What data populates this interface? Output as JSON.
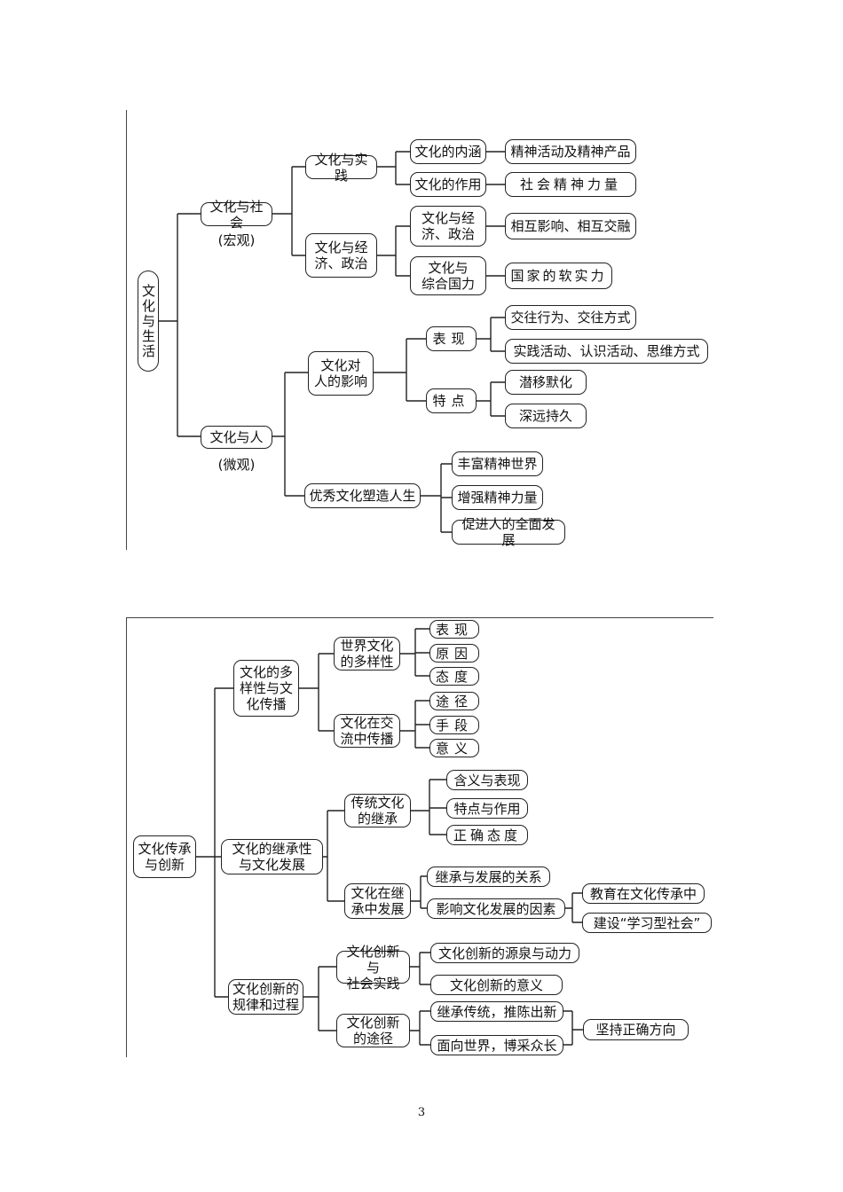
{
  "diagram1": {
    "root": "文化与生活",
    "society": {
      "label": "文化与社会",
      "note": "(宏观)"
    },
    "practice": "文化与实践",
    "connotation": "文化的内涵",
    "spirit_products": "精神活动及精神产品",
    "function": "文化的作用",
    "social_force": "社会精神力量",
    "econ_politics": "文化与经\n济、政治",
    "econ_politics_sub": "文化与经\n济、政治",
    "mutual": "相互影响、相互交融",
    "national_power": "文化与\n综合国力",
    "soft_power": "国家的软实力",
    "person": {
      "label": "文化与人",
      "note": "(微观)"
    },
    "influence": "文化对\n人的影响",
    "manifestation": "表现",
    "exchange": "交往行为、交往方式",
    "practice_acts": "实践活动、认识活动、思维方式",
    "feature": "特点",
    "subtle": "潜移默化",
    "lasting": "深远持久",
    "excellent": "优秀文化塑造人生",
    "enrich": "丰富精神世界",
    "strengthen": "增强精神力量",
    "promote": "促进人的全面发展"
  },
  "diagram2": {
    "root": "文化传承\n与创新",
    "diversity": "文化的多\n样性与文\n化传播",
    "world_diversity": "世界文化\n的多样性",
    "d_show": "表现",
    "d_cause": "原因",
    "d_attitude": "态度",
    "spread": "文化在交\n流中传播",
    "s_path": "途径",
    "s_means": "手段",
    "s_meaning": "意义",
    "inheritance": "文化的继承性\n与文化发展",
    "tradition": "传统文化\n的继承",
    "t_meaning": "含义与表现",
    "t_feature": "特点与作用",
    "t_attitude": "正确态度",
    "develop": "文化在继\n承中发展",
    "relation": "继承与发展的关系",
    "factors": "影响文化发展的因素",
    "education": "教育在文化传承中",
    "learning": "建设“学习型社会”",
    "innovation": "文化创新的\n规律和过程",
    "practice": "文化创新与\n社会实践",
    "source": "文化创新的源泉与动力",
    "significance": "文化创新的意义",
    "ways": "文化创新\n的途径",
    "inherit_new": "继承传统，推陈出新",
    "face_world": "面向世界，博采众长",
    "direction": "坚持正确方向"
  },
  "page_number": "3"
}
